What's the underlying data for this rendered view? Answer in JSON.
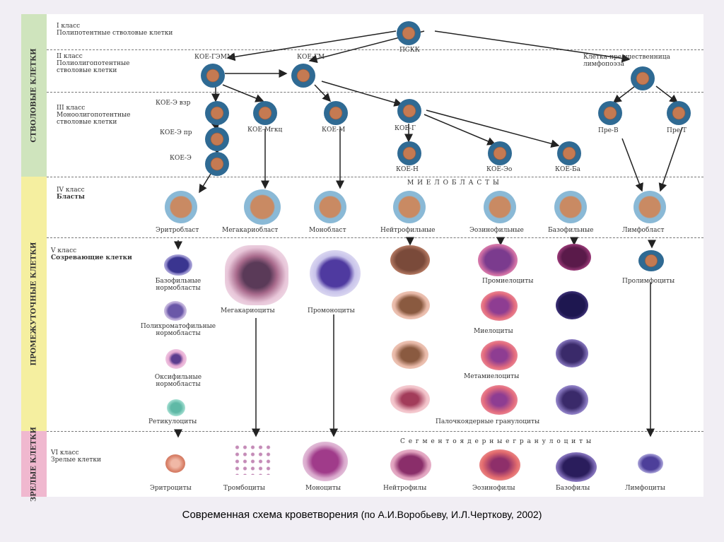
{
  "bands": {
    "stem": "СТВОЛОВЫЕ КЛЕТКИ",
    "intermediate": "ПРОМЕЖУТОЧНЫЕ КЛЕТКИ",
    "mature": "ЗРЕЛЫЕ КЛЕТКИ"
  },
  "class1": {
    "num": "I класс",
    "desc": "Полипотентные стволовые клетки"
  },
  "class2": {
    "num": "II класс",
    "desc": "Полиолигопотентные стволовые клетки"
  },
  "class3": {
    "num": "III класс",
    "desc": "Моноолигопотентные стволовые клетки"
  },
  "class4": {
    "num": "IV класс",
    "desc": "Бласты"
  },
  "class5": {
    "num": "V класс",
    "desc": "Созревающие клетки"
  },
  "class6": {
    "num": "VI класс",
    "desc": "Зрелые клетки"
  },
  "stemcells": {
    "psk": "ПСКК",
    "koe_gemm": "КОЕ-ГЭММ",
    "koe_gm": "КОЕ-ГМ",
    "lympho_pre": "Клетка-предшественница лимфопоэза",
    "koe_e_burst": "КОЕ-Э взр",
    "koe_e_pr": "КОЕ-Э пр",
    "koe_e": "КОЕ-Э",
    "koe_mgkc": "КОЕ-Мгкц",
    "koe_m": "КОЕ-М",
    "koe_g": "КОЕ-Г",
    "koe_n": "КОЕ-Н",
    "koe_eo": "КОЕ-Эо",
    "koe_ba": "КОЕ-Ба",
    "pre_b": "Пре-В",
    "pre_t": "Пре-Т"
  },
  "blasts": {
    "header": "М И Е Л О Б Л А С Т Ы",
    "erythro": "Эритробласт",
    "mega": "Мегакариобласт",
    "mono": "Монобласт",
    "neutro": "Нейтрофильные",
    "eosino": "Эозинофильные",
    "baso": "Базофильные",
    "lympho": "Лимфобласт"
  },
  "maturing": {
    "baso_norm": "Базофильные нормобласты",
    "poly_norm": "Полихроматофильные нормобласты",
    "oxy_norm": "Оксифильные нормобласты",
    "retic": "Ретикулоциты",
    "megakaryo": "Мегакариоциты",
    "promono": "Промоноциты",
    "promyelo": "Промиелоциты",
    "myelo": "Миелоциты",
    "metamyelo": "Метамиелоциты",
    "band": "Палочкоядерные гранулоциты",
    "prolympho": "Пролимфоциты"
  },
  "mature": {
    "header": "С е г м е н т о я д е р н ы е   г р а н у л о ц и т ы",
    "erythro": "Эритроциты",
    "thrombo": "Тромбоциты",
    "mono": "Моноциты",
    "neutro": "Нейтрофилы",
    "eosino": "Эозинофилы",
    "baso": "Базофилы",
    "lympho": "Лимфоциты"
  },
  "caption": {
    "main": "Современная схема кроветворения",
    "ref": "(по А.И.Воробьеву, И.Л.Черткову, 2002)"
  }
}
